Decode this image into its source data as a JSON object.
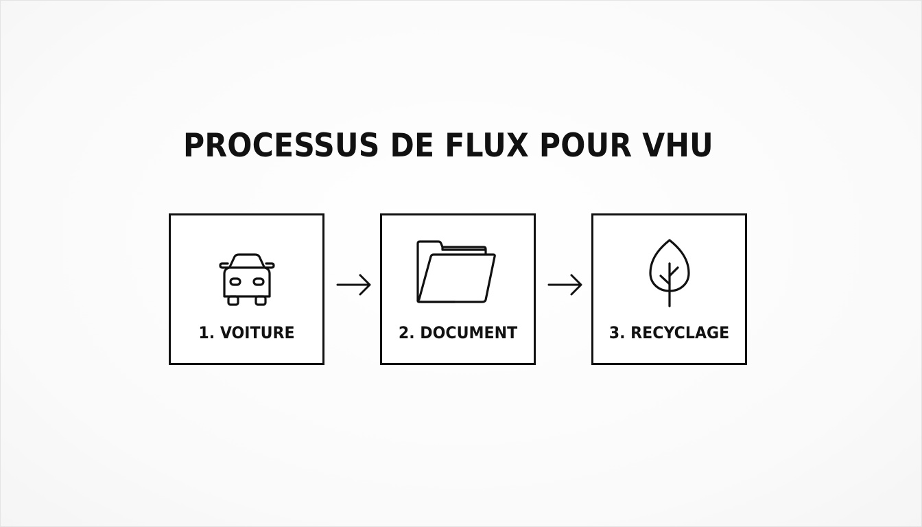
{
  "title": "PROCESSUS DE FLUX POUR VHU",
  "steps": [
    {
      "label": "1. VOITURE",
      "icon": "car-icon"
    },
    {
      "label": "2. DOCUMENT",
      "icon": "folder-icon"
    },
    {
      "label": "3. RECYCLAGE",
      "icon": "leaf-icon"
    }
  ],
  "connectors": [
    {
      "icon": "arrow-right-icon"
    },
    {
      "icon": "arrow-right-icon"
    }
  ],
  "colors": {
    "stroke": "#111111",
    "background": "#fbfbfb"
  }
}
